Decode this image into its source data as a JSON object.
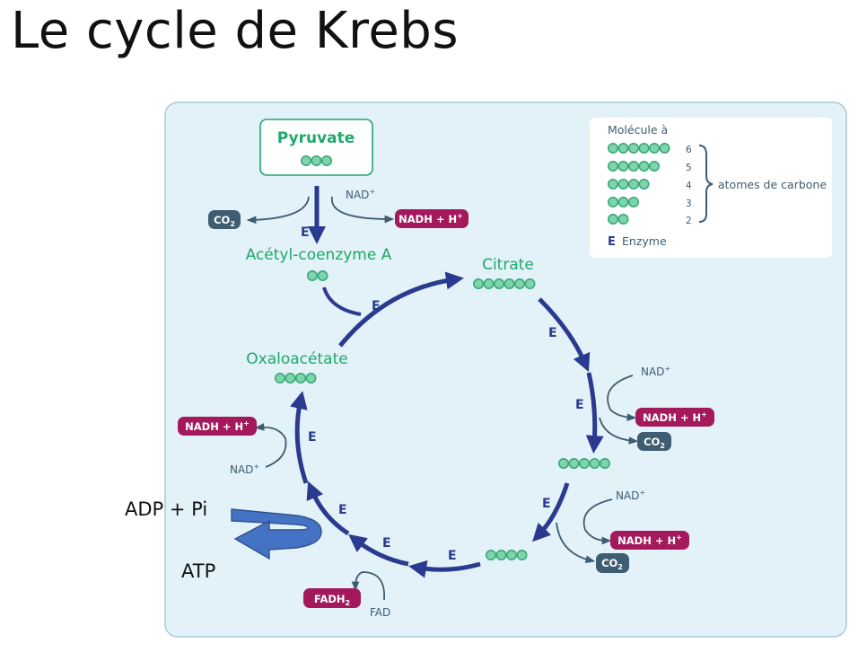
{
  "slide": {
    "title": "Le cycle de Krebs",
    "adp_label": "ADP + Pi",
    "atp_label": "ATP"
  },
  "diagram": {
    "pyruvate": "Pyruvate",
    "acetyl_coa": "Acétyl-coenzyme A",
    "citrate": "Citrate",
    "oxaloacetate": "Oxaloacétate",
    "enzyme_mark": "E",
    "co2": "CO",
    "co2_sub": "2",
    "nadh": "NADH + H",
    "nadh_sup": "+",
    "nad": "NAD",
    "nad_sup": "+",
    "fadh": "FADH",
    "fadh_sub": "2",
    "fad": "FAD"
  },
  "legend": {
    "title": "Molécule à",
    "counts": [
      "6",
      "5",
      "4",
      "3",
      "2"
    ],
    "carbon_label": "atomes de carbone",
    "enzyme_mark": "E",
    "enzyme_label": "Enzyme"
  },
  "colors": {
    "panel_bg": "#e3f1f8",
    "panel_border": "#a9c9d9",
    "green": "#1fa86b",
    "bead": "#7fd3ad",
    "navy": "#2a3a8f",
    "magenta": "#a3195b",
    "slate": "#3e5d70",
    "atp_arrow": "#4472c4"
  }
}
